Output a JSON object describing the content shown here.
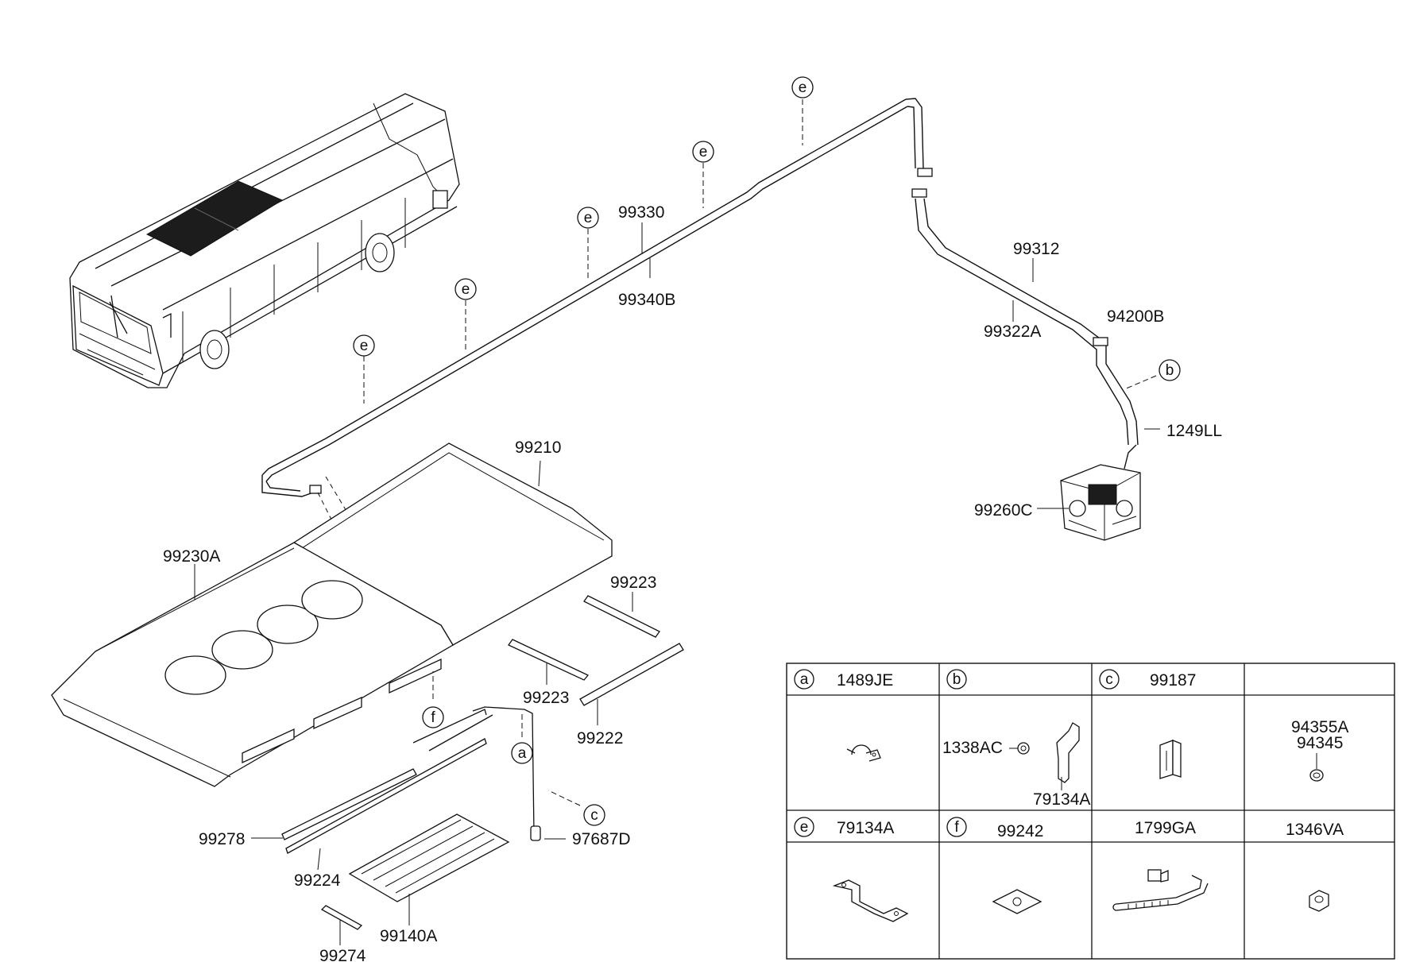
{
  "parts": {
    "p99330": "99330",
    "p99340B": "99340B",
    "p99312": "99312",
    "p99322A": "99322A",
    "p94200B": "94200B",
    "p1249LL": "1249LL",
    "p99260C": "99260C",
    "p99210": "99210",
    "p99230A": "99230A",
    "p99223a": "99223",
    "p99223b": "99223",
    "p99222": "99222",
    "p97687D": "97687D",
    "p99278": "99278",
    "p99224": "99224",
    "p99140A": "99140A",
    "p99274": "99274"
  },
  "callouts": {
    "e1": "e",
    "e2": "e",
    "e3": "e",
    "e4": "e",
    "e5": "e",
    "f": "f",
    "a": "a",
    "b": "b",
    "c": "c"
  },
  "legend": {
    "cells": [
      {
        "letter": "a",
        "code": "1489JE"
      },
      {
        "letter": "b",
        "code": ""
      },
      {
        "letter": "c",
        "code": "99187"
      },
      {
        "letter": "",
        "code": ""
      },
      {
        "letter": "e",
        "code": "79134A"
      },
      {
        "letter": "f",
        "code": "99242"
      },
      {
        "letter": "",
        "code": "1799GA"
      },
      {
        "letter": "",
        "code": "1346VA"
      }
    ],
    "b_parts": {
      "bolt": "1338AC",
      "bracket": "79134A"
    },
    "d_parts": {
      "line1": "94355A",
      "line2": "94345"
    }
  }
}
